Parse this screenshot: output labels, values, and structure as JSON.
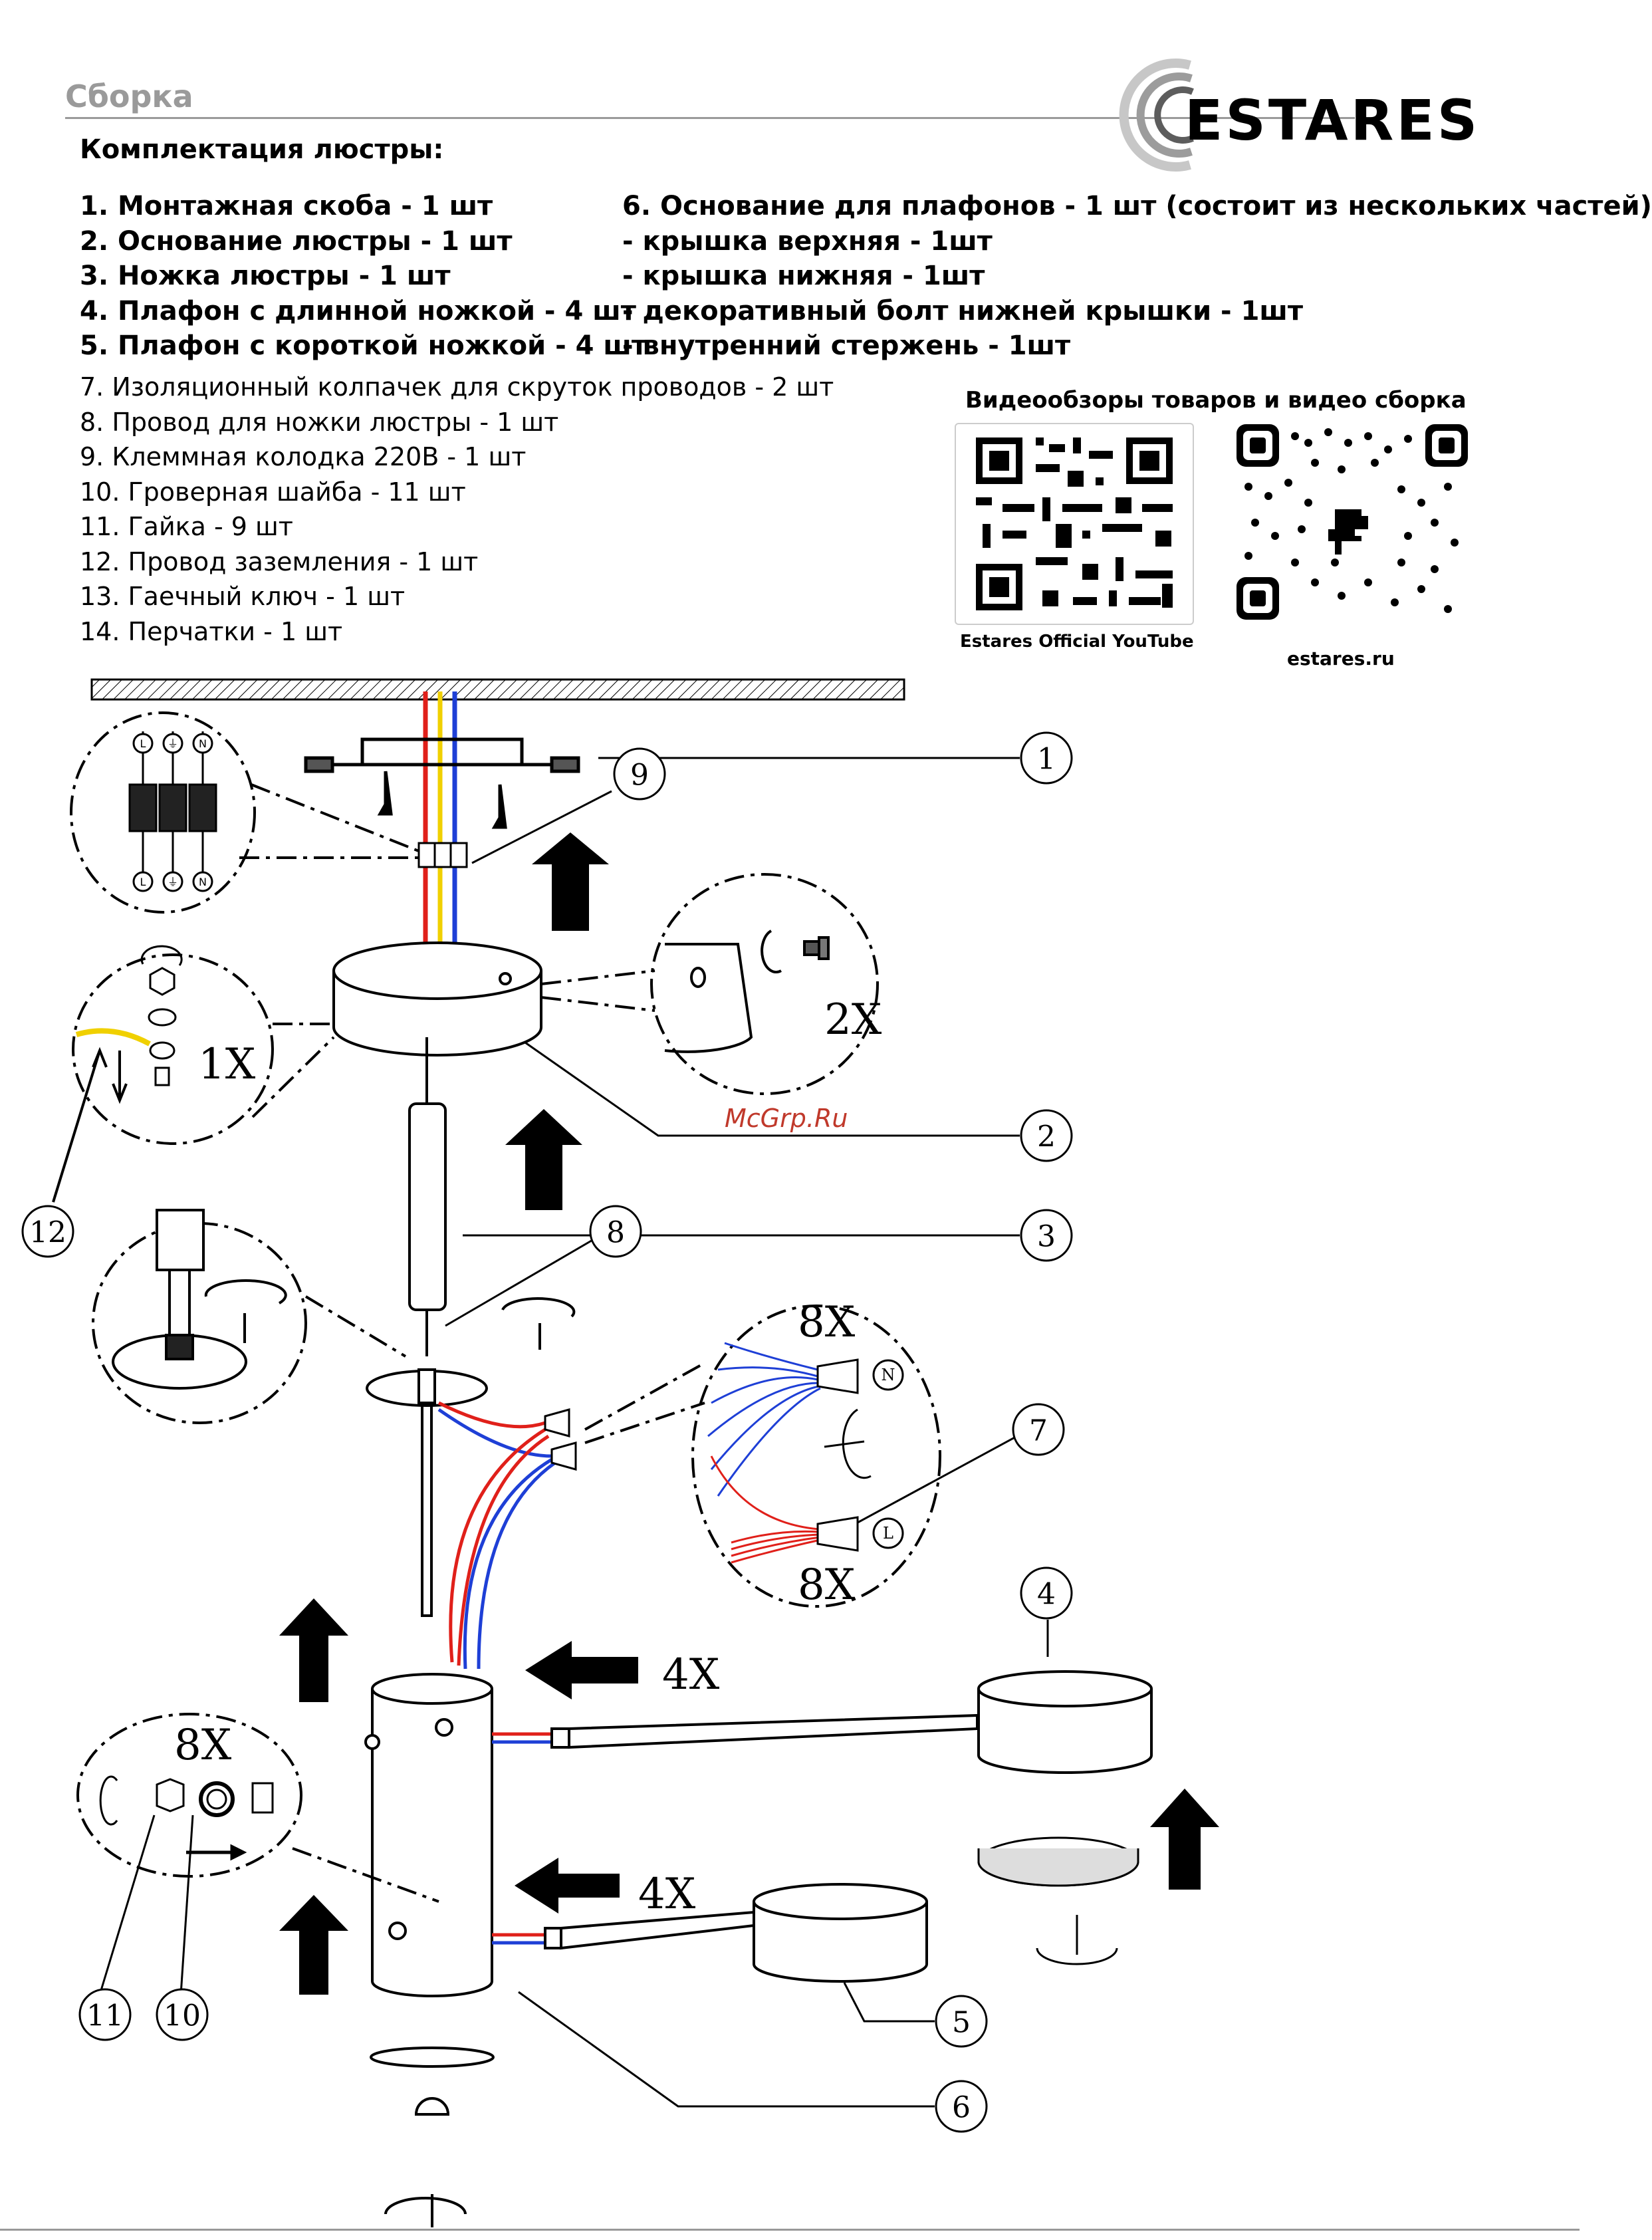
{
  "header": {
    "title": "Сборка",
    "brand": "ESTARES"
  },
  "kit": {
    "title": "Комплектация люстры:",
    "bold_left": [
      "1. Монтажная скоба - 1 шт",
      "2. Основание люстры - 1 шт",
      "3. Ножка люстры - 1 шт",
      "4. Плафон с длинной ножкой - 4 шт",
      "5. Плафон с короткой ножкой - 4 шт"
    ],
    "bold_right": [
      "6. Основание для плафонов - 1 шт (состоит из нескольких частей)",
      "- крышка верхняя - 1шт",
      "- крышка нижняя - 1шт",
      "- декоративный болт нижней крышки - 1шт",
      "- внутренний стержень - 1шт"
    ],
    "plain": [
      "7. Изоляционный колпачек для скруток проводов - 2 шт",
      "8. Провод для ножки люстры - 1 шт",
      "9. Клеммная колодка 220В - 1 шт",
      "10. Гроверная шайба - 11 шт",
      "11. Гайка - 9 шт",
      "12. Провод заземления - 1 шт",
      "13. Гаечный ключ - 1 шт",
      "14. Перчатки - 1 шт"
    ]
  },
  "video": {
    "title": "Видеообзоры товаров и видео сборка",
    "youtube_caption": "Estares Official YouTube",
    "site_caption": "estares.ru"
  },
  "diagram": {
    "callouts": [
      "1",
      "2",
      "3",
      "4",
      "5",
      "6",
      "7",
      "8",
      "9",
      "10",
      "11",
      "12"
    ],
    "multipliers": {
      "screw": "2X",
      "ground_nut": "1X",
      "cap_top": "8X",
      "cap_bottom": "8X",
      "long_shade": "4X",
      "short_shade": "4X",
      "base_nuts": "8X"
    },
    "terminal_letters": {
      "neutral": "N",
      "live": "L",
      "ground": "⏚"
    },
    "ceiling_wire_letters": [
      "L",
      "⏚",
      "N"
    ],
    "watermark": "McGrp.Ru"
  },
  "colors": {
    "live_wire": "#e0201a",
    "neutral_wire": "#1e3fd6",
    "ground_wire": "#f0d000",
    "header_gray": "#9a9a9a",
    "line": "#000000"
  }
}
